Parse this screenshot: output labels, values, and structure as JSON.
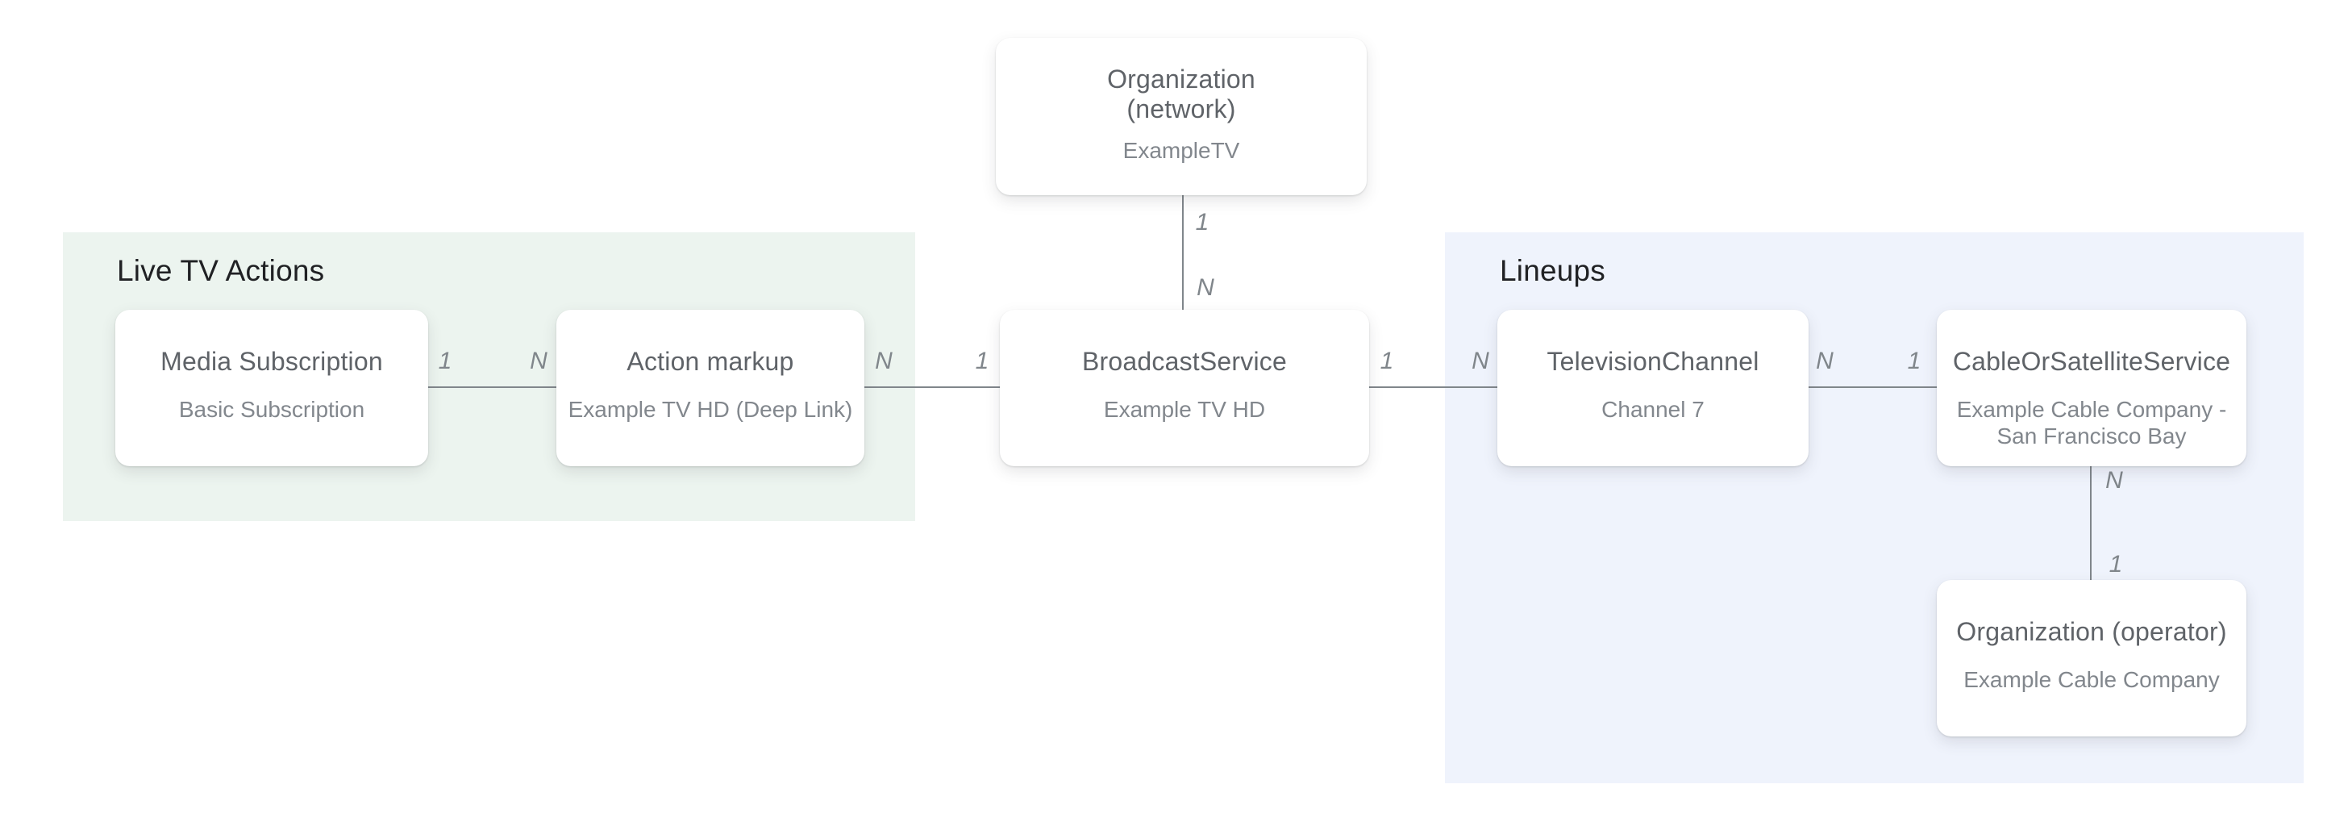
{
  "diagram": {
    "description": "Entity relationship diagram for live TV schema markup",
    "colors": {
      "background": "#FFFFFF",
      "region_green": "#ECF4EF",
      "region_blue": "#EFF3FC",
      "node_background": "#FFFFFF",
      "node_title_text": "#5F6368",
      "node_subtitle_text": "#82878D",
      "region_title_text": "#202124",
      "edge_line": "#80868B",
      "cardinality_text": "#80868B"
    },
    "regions": [
      {
        "title": "Live TV Actions"
      },
      {
        "title": "Lineups"
      }
    ],
    "nodes": [
      {
        "title_line1": "Organization",
        "title_line2": "(network)",
        "subtitle_line1": "ExampleTV",
        "subtitle_line2": ""
      },
      {
        "title_line1": "Media Subscription",
        "title_line2": "",
        "subtitle_line1": "Basic Subscription",
        "subtitle_line2": ""
      },
      {
        "title_line1": "Action markup",
        "title_line2": "",
        "subtitle_line1": "Example TV HD (Deep Link)",
        "subtitle_line2": ""
      },
      {
        "title_line1": "BroadcastService",
        "title_line2": "",
        "subtitle_line1": "Example TV HD",
        "subtitle_line2": ""
      },
      {
        "title_line1": "TelevisionChannel",
        "title_line2": "",
        "subtitle_line1": "Channel 7",
        "subtitle_line2": ""
      },
      {
        "title_line1": "CableOrSatelliteService",
        "title_line2": "",
        "subtitle_line1": "Example Cable Company -",
        "subtitle_line2": "San Francisco Bay"
      },
      {
        "title_line1": "Organization (operator)",
        "title_line2": "",
        "subtitle_line1": "Example Cable Company",
        "subtitle_line2": ""
      }
    ],
    "cardinality_labels": [
      {
        "text": "1"
      },
      {
        "text": "N"
      },
      {
        "text": "1"
      },
      {
        "text": "N"
      },
      {
        "text": "N"
      },
      {
        "text": "1"
      },
      {
        "text": "1"
      },
      {
        "text": "N"
      },
      {
        "text": "N"
      },
      {
        "text": "1"
      },
      {
        "text": "N"
      },
      {
        "text": "1"
      }
    ]
  }
}
